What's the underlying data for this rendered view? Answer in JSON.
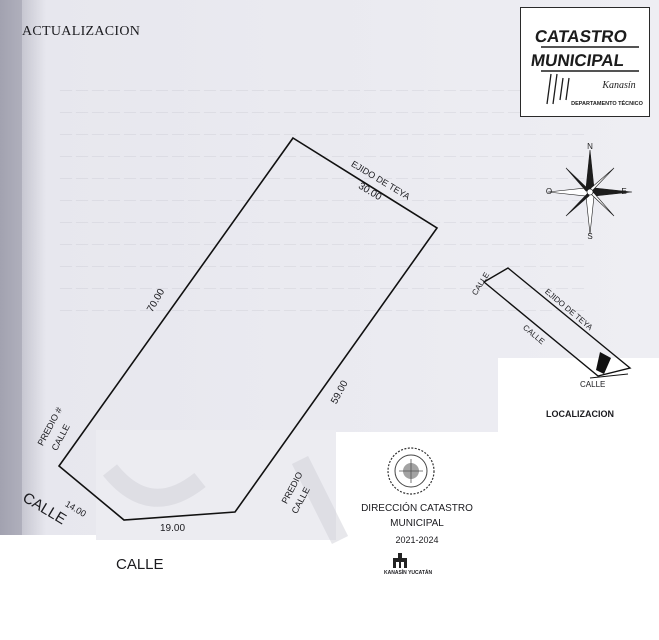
{
  "header": {
    "title": "ACTUALIZACION"
  },
  "logo": {
    "line1": "CATASTRO",
    "line2": "MUNICIPAL",
    "script": "Kanasín",
    "subtitle": "DEPARTAMENTO TÉCNICO"
  },
  "compass": {
    "n": "N",
    "s": "S",
    "e": "E",
    "o": "O"
  },
  "plot": {
    "ejido_label": "EJIDO DE TEYA",
    "side_top": "30.00",
    "side_left": "70.00",
    "side_right": "59.00",
    "side_bottom_left": "14.00",
    "side_bottom": "19.00",
    "predio_left": "PREDIO #",
    "predio_left_calle": "CALLE",
    "predio_right": "PREDIO",
    "predio_right_calle": "CALLE",
    "calle_bottom_left": "CALLE",
    "calle_bottom": "CALLE"
  },
  "location": {
    "calle_top": "CALLE",
    "ejido": "EJIDO DE TEYA",
    "calle_mid": "CALLE",
    "calle_bottom": "CALLE",
    "caption": "LOCALIZACION"
  },
  "stamp": {
    "line1": "DIRECCIÓN CATASTRO",
    "line2": "MUNICIPAL",
    "years": "2021-2024",
    "footer": "KANASÍN YUCATÁN"
  }
}
